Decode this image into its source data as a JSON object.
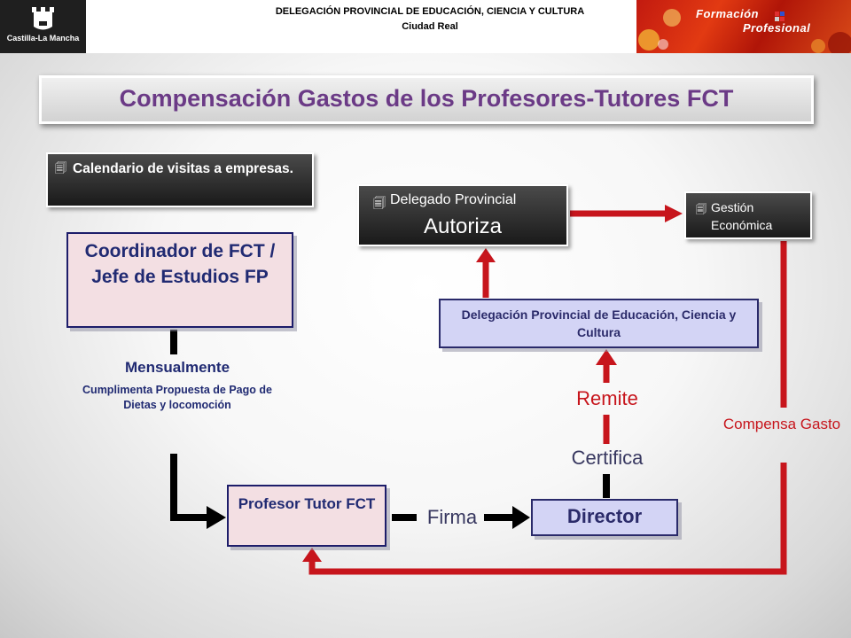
{
  "header": {
    "logo_text": "Castilla-La Mancha",
    "line1": "DELEGACIÓN PROVINCIAL DE EDUCACIÓN, CIENCIA Y CULTURA",
    "line2": "Ciudad Real",
    "banner_line1": "Formación",
    "banner_line2": "Profesional"
  },
  "title": "Compensación Gastos de los Profesores-Tutores FCT",
  "boxes": {
    "calendario": "Calendario de visitas a empresas.",
    "delegado_label": "Delegado Provincial",
    "delegado_action": "Autoriza",
    "gestion": "Gestión Económica",
    "coordinador": "Coordinador de FCT / Jefe de Estudios FP",
    "delegacion": "Delegación Provincial de Educación, Ciencia y Cultura",
    "profesor": "Profesor Tutor FCT",
    "director": "Director"
  },
  "labels": {
    "mensualmente": "Mensualmente",
    "cumplimenta": "Cumplimenta Propuesta de Pago de Dietas y locomoción",
    "remite": "Remite",
    "certifica": "Certifica",
    "firma": "Firma",
    "compensa": "Compensa Gasto"
  },
  "icons": {
    "bullet": "document-stack-icon"
  },
  "colors": {
    "title": "#6b3a86",
    "box_text": "#202a72",
    "red_arrow": "#c7151c",
    "black_arrow": "#000000",
    "coord_fill": "#f3dfe3",
    "deleg_fill": "#d3d4f5"
  }
}
